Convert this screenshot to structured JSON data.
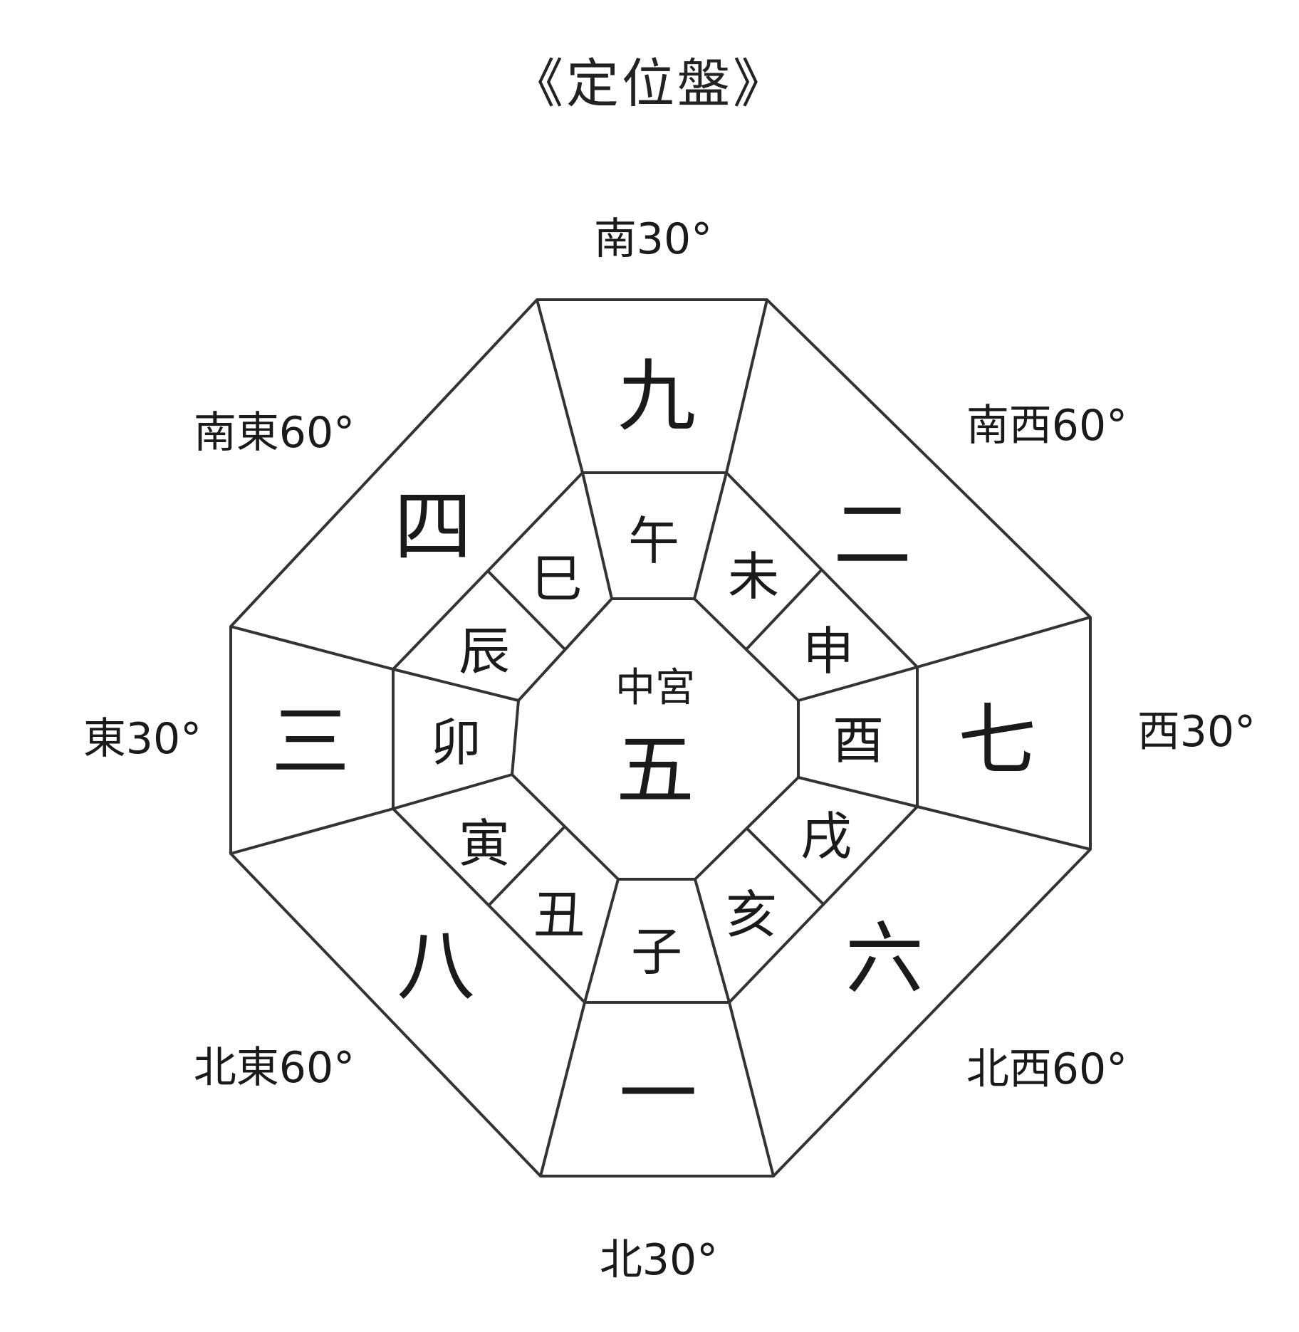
{
  "title": "《定位盤》",
  "colors": {
    "line": "#333333",
    "text": "#1a1a1a",
    "background": "#ffffff"
  },
  "directions": {
    "south": "南30°",
    "southwest": "南西60°",
    "west": "西30°",
    "northwest": "北西60°",
    "north": "北30°",
    "northeast": "北東60°",
    "east": "東30°",
    "southeast": "南東60°"
  },
  "outer_ring": {
    "south": "九",
    "southwest": "二",
    "west": "七",
    "northwest": "六",
    "north": "一",
    "northeast": "八",
    "east": "三",
    "southeast": "四"
  },
  "branch_ring": {
    "wu": "午",
    "wei": "未",
    "shen": "申",
    "you": "酉",
    "xu": "戌",
    "hai": "亥",
    "zi": "子",
    "chou": "丑",
    "yin": "寅",
    "mao": "卯",
    "chen": "辰",
    "si": "巳"
  },
  "center": {
    "label": "中宮",
    "number": "五"
  }
}
